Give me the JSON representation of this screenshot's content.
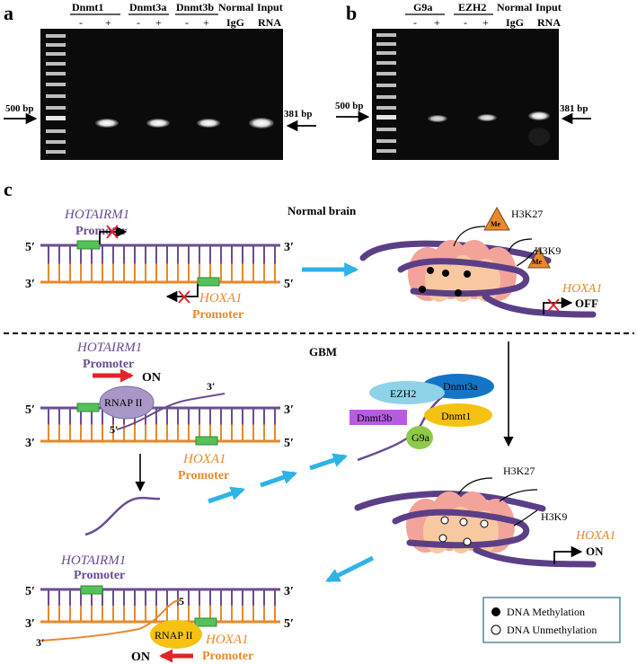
{
  "panel_a": {
    "letter": "a",
    "lanes": [
      "Dnmt1",
      "Dnmt3a",
      "Dnmt3b",
      "Normal",
      "Input"
    ],
    "sublanes": [
      "-",
      "+",
      "-",
      "+",
      "-",
      "+",
      "IgG",
      "RNA"
    ],
    "marker_left": "500 bp",
    "marker_right": "381 bp"
  },
  "panel_b": {
    "letter": "b",
    "lanes": [
      "G9a",
      "EZH2",
      "Normal",
      "Input"
    ],
    "sublanes": [
      "-",
      "+",
      "-",
      "+",
      "IgG",
      "RNA"
    ],
    "marker_left": "500 bp",
    "marker_right": "381 bp"
  },
  "panel_c": {
    "letter": "c",
    "normal": {
      "title": "Normal brain",
      "hotairm1": "HOTAIRM1",
      "promoter_top": "Promoter",
      "hoxa1": "HOXA1",
      "promoter_bottom": "Promoter",
      "h3k27": "H3K27",
      "h3k9": "H3K9",
      "me": "Me",
      "hoxa1_right": "HOXA1",
      "off": "OFF"
    },
    "gbm": {
      "title": "GBM",
      "hotairm1": "HOTAIRM1",
      "promoter_top": "Promoter",
      "on_top": "ON",
      "rnap": "RNAP II",
      "hoxa1": "HOXA1",
      "promoter_bottom": "Promoter",
      "ezh2": "EZH2",
      "dnmt3a": "Dnmt3a",
      "dnmt3b": "Dnmt3b",
      "dnmt1": "Dnmt1",
      "g9a": "G9a",
      "h3k27": "H3K27",
      "h3k9": "H3K9",
      "hoxa1_right": "HOXA1",
      "on_right": "ON",
      "hotairm1_bottom": "HOTAIRM1",
      "promoter_b1": "Promoter",
      "rnap_bottom": "RNAP II",
      "hoxa1_bottom": "HOXA1",
      "promoter_b2": "Promoter",
      "on_bottom": "ON"
    },
    "strand_labels": {
      "five": "5′",
      "three": "3′",
      "five_plain": "5"
    },
    "legend": {
      "methylation": "DNA Methylation",
      "unmethylation": "DNA Unmethylation"
    }
  },
  "colors": {
    "purple": "#6a4c93",
    "orange": "#e8892b",
    "blue_arrow": "#2fb3e6",
    "red": "#e0242a",
    "promoter_box": "#56c15a",
    "nucleosome": "#f3a49a",
    "nucleosome_core": "#f8c9a0"
  }
}
